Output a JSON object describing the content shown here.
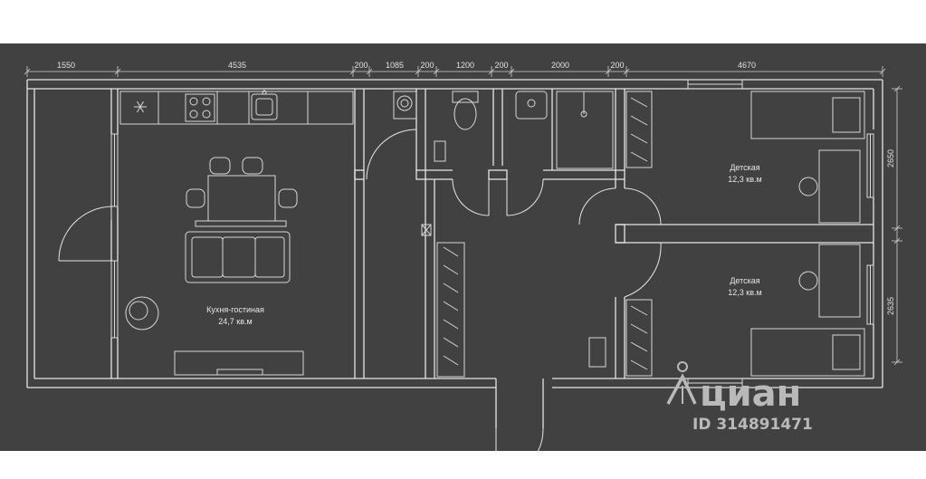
{
  "dimensions": {
    "top": [
      "1550",
      "4535",
      "200",
      "1085",
      "200",
      "1200",
      "200",
      "2000",
      "200",
      "4670"
    ],
    "right": [
      "2650",
      "2635"
    ]
  },
  "rooms": {
    "kitchen_living": {
      "name": "Кухня-гостиная",
      "area": "24,7 кв.м"
    },
    "kids_room_1": {
      "name": "Детская",
      "area": "12,3 кв.м"
    },
    "kids_room_2": {
      "name": "Детская",
      "area": "12,3 кв.м"
    }
  },
  "watermark": {
    "brand": "циан",
    "listing_id": "ID 314891471"
  },
  "colors": {
    "background": "#414141",
    "lines": "#e6e6e6"
  }
}
